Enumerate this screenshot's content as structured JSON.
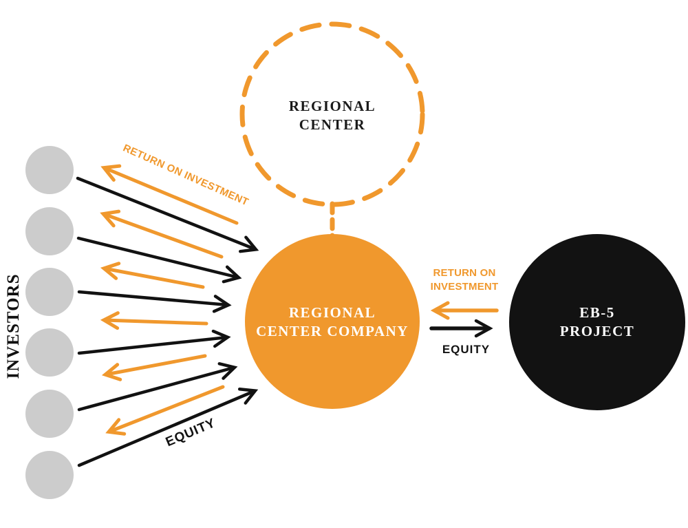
{
  "diagram": {
    "title_implicit": "EB-5 regional center investment flow",
    "investors": {
      "label": "INVESTORS",
      "count": 6
    },
    "nodes": {
      "regional_center": {
        "line1": "REGIONAL",
        "line2": "CENTER",
        "style": "dashed-outline"
      },
      "regional_center_company": {
        "line1": "REGIONAL",
        "line2": "CENTER COMPANY",
        "style": "solid-orange"
      },
      "eb5_project": {
        "line1": "EB-5",
        "line2": "PROJECT",
        "style": "solid-black"
      }
    },
    "flows": {
      "left_return_label": "RETURN ON INVESTMENT",
      "left_equity_label": "EQUITY",
      "right_return_line1": "RETURN ON",
      "right_return_line2": "INVESTMENT",
      "right_equity_label": "EQUITY"
    },
    "colors": {
      "orange": "#f0982d",
      "black": "#121212",
      "gray": "#cccccc",
      "white": "#ffffff",
      "text_black": "#1a1a1a"
    }
  }
}
